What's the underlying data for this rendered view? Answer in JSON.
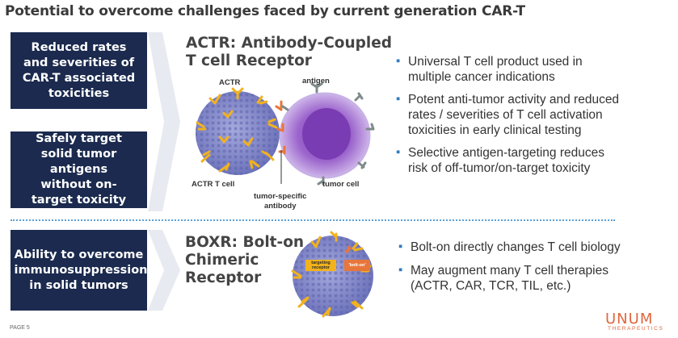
{
  "title": "Potential to overcome challenges faced by current generation CAR-T",
  "left_boxes": [
    "Reduced rates and severities of CAR-T associated toxicities",
    "Safely target solid tumor antigens without on-target toxicity",
    "Ability to overcome immunosuppression in solid tumors"
  ],
  "actr": {
    "heading_line1": "ACTR: Antibody-Coupled",
    "heading_line2": "T cell Receptor",
    "labels": {
      "actr": "ACTR",
      "antigen": "antigen",
      "actr_t_cell": "ACTR T cell",
      "tumor_cell": "tumor cell",
      "antibody_line1": "tumor-specific",
      "antibody_line2": "antibody"
    },
    "bullets": [
      "Universal T cell product used in multiple cancer indications",
      "Potent anti-tumor activity and reduced rates / severities of T cell activation toxicities in early clinical testing",
      "Selective antigen-targeting reduces risk of off-tumor/on-target toxicity"
    ]
  },
  "boxr": {
    "heading_line1": "BOXR: Bolt-on",
    "heading_line2": "Chimeric",
    "heading_line3": "Receptor",
    "tag_targeting_line1": "targeting",
    "tag_targeting_line2": "receptor",
    "tag_bolt_on": "'bolt-on'",
    "bullets": [
      "Bolt-on directly changes T cell biology",
      "May augment many T cell therapies (ACTR, CAR, TCR, TIL, etc.)"
    ]
  },
  "footer": {
    "page": "PAGE 5",
    "logo": "UNUM",
    "logo_sub": "THERAPEUTICS"
  },
  "colors": {
    "navy": "#1b2a4e",
    "bullet_blue": "#2f7bbf",
    "logo_orange": "#e0663c",
    "tcell_purple": "#7a80c8",
    "tumor_violet": "#8a4fc0"
  }
}
